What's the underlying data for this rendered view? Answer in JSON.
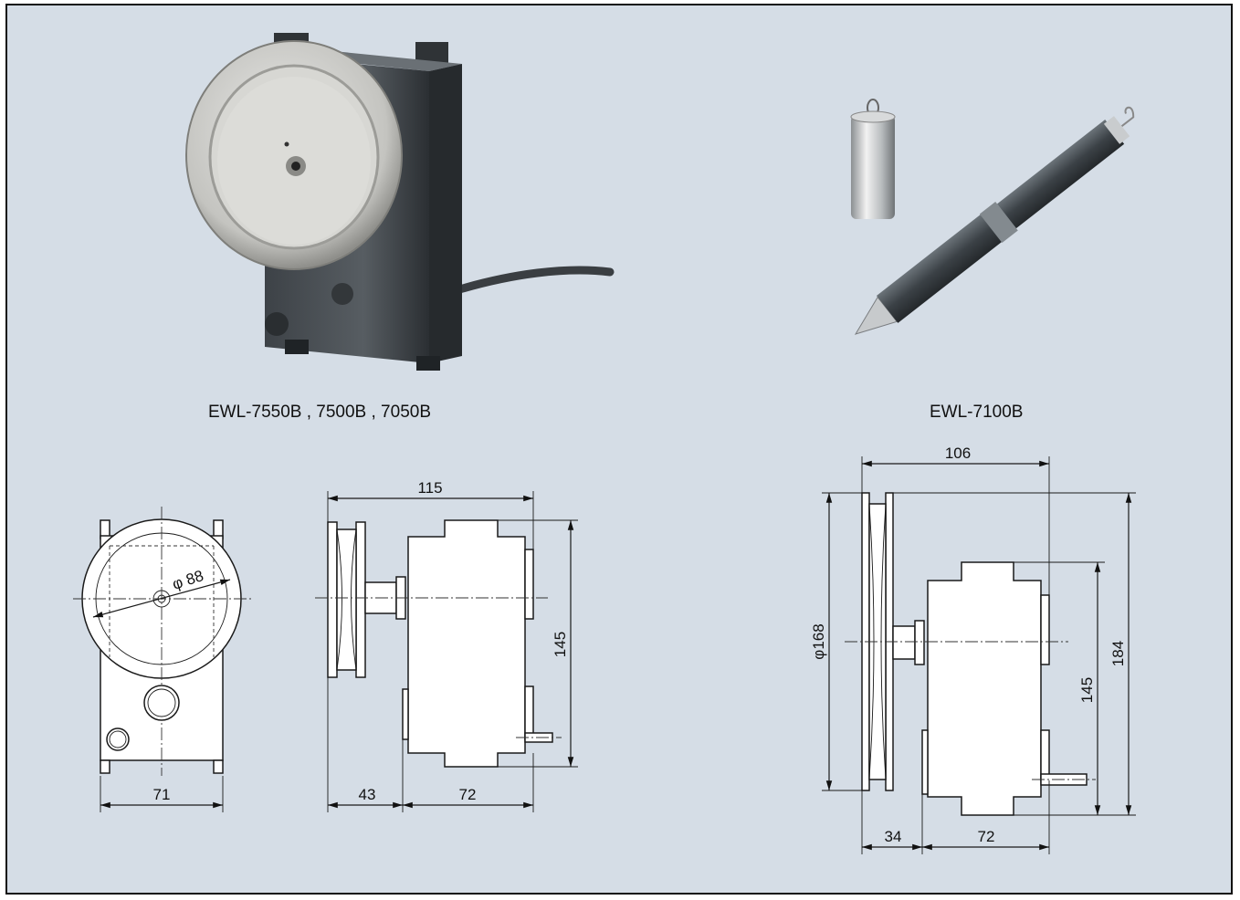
{
  "captions": {
    "left_model": "EWL-7550B , 7500B , 7050B",
    "right_model": "EWL-7100B"
  },
  "front_view": {
    "diameter": "φ 88",
    "width": "71"
  },
  "side_view_small": {
    "overall_length": "115",
    "height": "145",
    "pulley_section": "43",
    "body_depth": "72"
  },
  "side_view_large": {
    "overall_length": "106",
    "diameter": "φ168",
    "body_height": "145",
    "overall_height": "184",
    "pulley_section": "34",
    "body_depth": "72"
  },
  "colors": {
    "background": "#d5dde6",
    "line": "#1a1a1a"
  }
}
